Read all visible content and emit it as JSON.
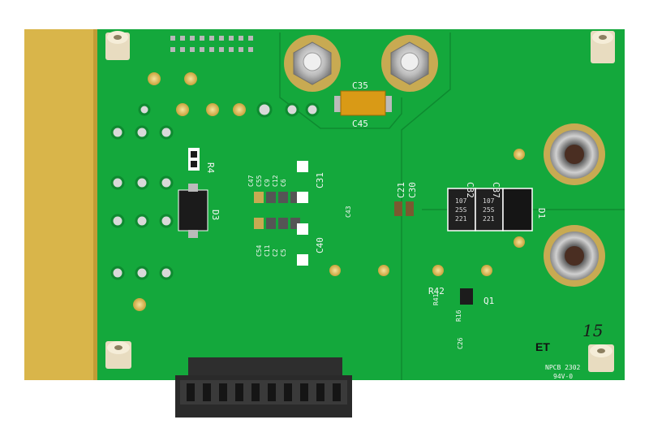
{
  "board": {
    "fab_text": "NPCB 2302",
    "rating_text": "94V-0",
    "handwritten_number": "15",
    "marker_initials": "ET"
  },
  "designators": {
    "c35": "C35",
    "c45": "C45",
    "c47": "C47",
    "c55": "C55",
    "c9": "C9",
    "c12": "C12",
    "c6": "C6",
    "c31": "C31",
    "c54": "C54",
    "c11": "C11",
    "c2": "C2",
    "c5": "C5",
    "c40": "C40",
    "c43": "C43",
    "c21": "C21",
    "c30": "C30",
    "c32": "C32",
    "c37": "C37",
    "d1": "D1",
    "d3": "D3",
    "r4": "R4",
    "r42": "R42",
    "r41": "R41",
    "r16": "R16",
    "q1": "Q1",
    "c26": "C26"
  },
  "chip_markings": {
    "c32_line1": "107",
    "c32_line2": "25S",
    "c32_line3": "221",
    "c37_line1": "107",
    "c37_line2": "25S",
    "c37_line3": "221"
  },
  "colors": {
    "pcb_green": "#14a83c",
    "gold_edge": "#d9b54a",
    "silkscreen": "#f4f6f4",
    "connector": "#2a2a2a"
  }
}
